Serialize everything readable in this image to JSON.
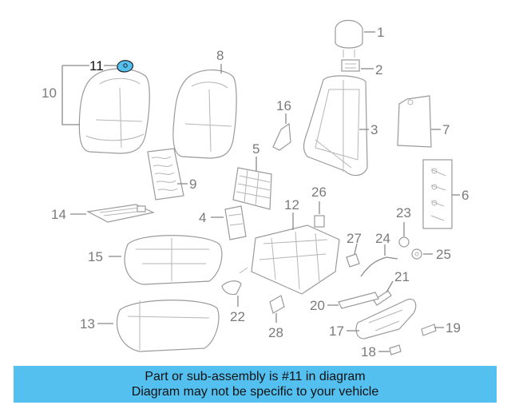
{
  "highlight_color": "#54c0f0",
  "highlighted_part": "11",
  "callouts": [
    "1",
    "2",
    "3",
    "4",
    "5",
    "6",
    "7",
    "8",
    "9",
    "10",
    "11",
    "12",
    "13",
    "14",
    "15",
    "16",
    "17",
    "18",
    "19",
    "20",
    "21",
    "22",
    "23",
    "24",
    "25",
    "26",
    "27",
    "28"
  ],
  "banner": {
    "line1": "Part or sub-assembly is #11 in diagram",
    "line2": "Diagram may not be specific to your vehicle"
  }
}
